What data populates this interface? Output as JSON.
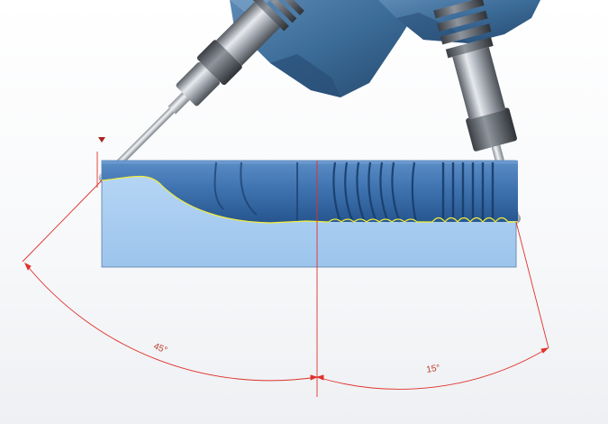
{
  "diagram": {
    "annotations": {
      "left_angle": "45°",
      "right_angle": "15°"
    },
    "colors": {
      "annotation": "#e0312b",
      "toolpath": "#f2ee3a",
      "machine_housing": "#3a6a96",
      "workpiece_block": "#a9cdf0",
      "part_surface": "#3f73b0"
    },
    "components": [
      "machine-head-housing",
      "left-spindle-tool",
      "right-spindle-tool",
      "workpiece-block",
      "machined-part-surface",
      "toolpath-curve",
      "angle-annotation-45",
      "angle-annotation-15"
    ]
  }
}
